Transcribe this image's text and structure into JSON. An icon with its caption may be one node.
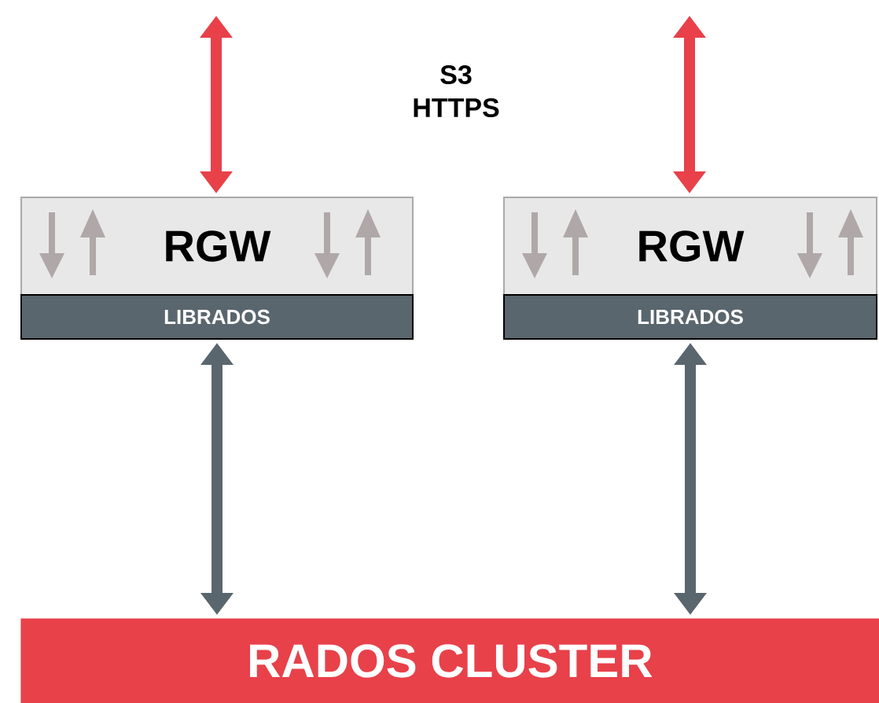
{
  "diagram": {
    "nodes": [
      {
        "text": [
          "RGW"
        ]
      },
      {
        "text": [
          "LIBRADOS"
        ]
      },
      {
        "text": [
          "RGW"
        ]
      },
      {
        "text": [
          "LIBRADOS"
        ]
      },
      {
        "text": [
          "RADOS CLUSTER"
        ]
      }
    ],
    "edges": [
      {
        "from": null,
        "to": 0,
        "arrow": "both",
        "color": "#e8414a"
      },
      {
        "from": null,
        "to": 2,
        "arrow": "both",
        "color": "#e8414a"
      },
      {
        "from": 1,
        "to": 4,
        "arrow": "both",
        "color": "#5a666d"
      },
      {
        "from": 3,
        "to": 4,
        "arrow": "both",
        "color": "#5a666d"
      }
    ],
    "labels": [
      "S3 HTTPS"
    ]
  }
}
